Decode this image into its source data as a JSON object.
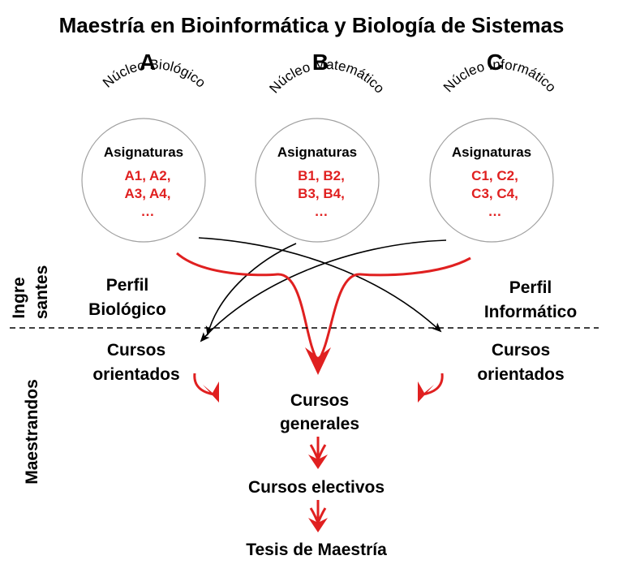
{
  "title": "Maestría en Bioinformática y Biología de Sistemas",
  "nucleos": [
    {
      "letter": "A",
      "arc_label": "Núcleo Biológico",
      "subjects_heading": "Asignaturas",
      "subjects_line1": "A1, A2,",
      "subjects_line2": "A3, A4,",
      "subjects_line3": "…"
    },
    {
      "letter": "B",
      "arc_label": "Núcleo Matemático",
      "subjects_heading": "Asignaturas",
      "subjects_line1": "B1, B2,",
      "subjects_line2": "B3, B4,",
      "subjects_line3": "…"
    },
    {
      "letter": "C",
      "arc_label": "Núcleo Informático",
      "subjects_heading": "Asignaturas",
      "subjects_line1": "C1, C2,",
      "subjects_line2": "C3, C4,",
      "subjects_line3": "…"
    }
  ],
  "side_labels": {
    "ingresantes_line1": "Ingre",
    "ingresantes_line2": "santes",
    "maestrandos": "Maestrandos"
  },
  "perfil_biologico": {
    "line1": "Perfil",
    "line2": "Biológico"
  },
  "perfil_informatico": {
    "line1": "Perfil",
    "line2": "Informático"
  },
  "cursos_orientados_left": {
    "line1": "Cursos",
    "line2": "orientados"
  },
  "cursos_orientados_right": {
    "line1": "Cursos",
    "line2": "orientados"
  },
  "cursos_generales": {
    "line1": "Cursos",
    "line2": "generales"
  },
  "cursos_electivos": "Cursos electivos",
  "tesis": "Tesis de Maestría",
  "colors": {
    "accent_red": "#e02020",
    "text": "#000000",
    "circle_stroke": "#999999"
  }
}
